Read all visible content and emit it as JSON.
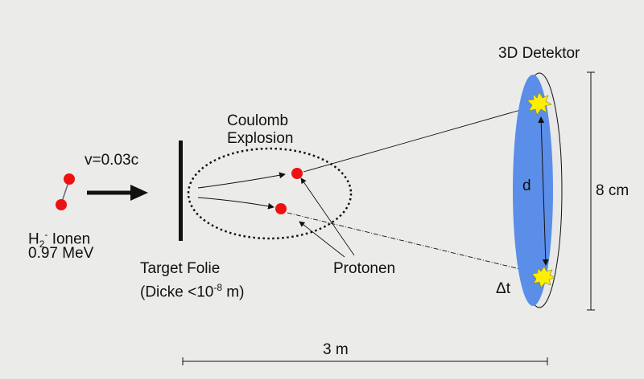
{
  "labels": {
    "detector_title": "3D Detektor",
    "velocity": "v=0.03c",
    "coulomb_line1": "Coulomb",
    "coulomb_line2": "Explosion",
    "ion_main": "H",
    "ion_sub": "2",
    "ion_sup": "-",
    "ion_word": " Ionen",
    "ion_energy": "0.97 MeV",
    "target_line1": "Target Folie",
    "target_line2_prefix": "(Dicke <10",
    "target_line2_exp": "-8",
    "target_line2_suffix": " m)",
    "protons": "Protonen",
    "distance_d": "d",
    "delta_t": "Δt",
    "detector_size": "8 cm",
    "flight_length": "3 m"
  },
  "colors": {
    "background": "#ebebea",
    "particle": "#ee1111",
    "detector_face": "#5b8ee8",
    "hit_marker": "#ffee00",
    "ink": "#111111"
  }
}
